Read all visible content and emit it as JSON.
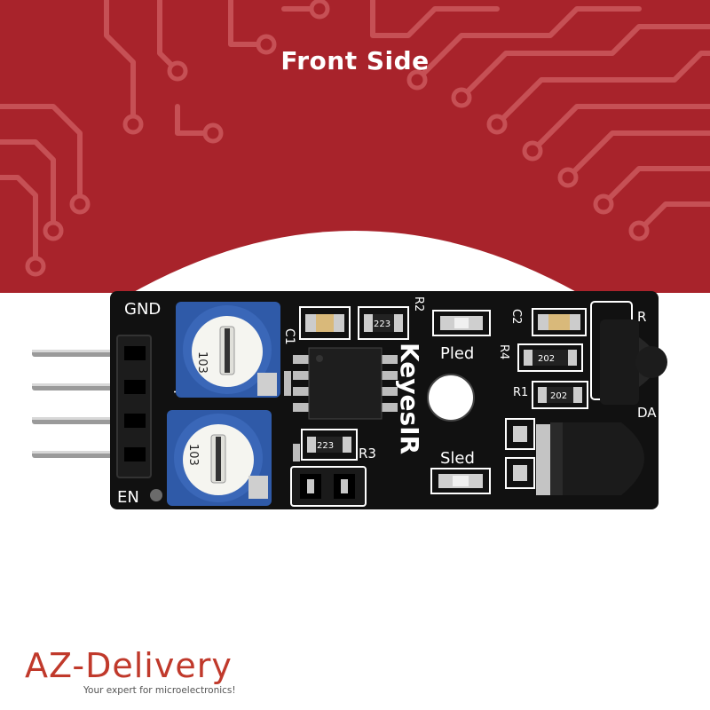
{
  "header": {
    "title": "Front Side"
  },
  "colors": {
    "header_red": "#a8232b",
    "trace_red": "#c94a4f",
    "pcb_black": "#111111",
    "pot_blue": "#2f5aa8"
  },
  "board": {
    "silkscreen": {
      "gnd": "GND",
      "en": "EN",
      "keyesir": "KeyesIR",
      "pled": "Pled",
      "sled": "Sled",
      "r1": "R1",
      "r2": "R2",
      "r3": "R3",
      "r4": "R4",
      "c1": "C1",
      "c2": "C2",
      "da": "DA",
      "pot_code_top": "103",
      "pot_code_bottom": "103",
      "smd_r1": "202",
      "smd_r4": "202",
      "smd_r2": "223",
      "smd_r3": "223"
    }
  },
  "brand": {
    "name": "AZ-Delivery",
    "tagline": "Your expert for microelectronics!"
  }
}
